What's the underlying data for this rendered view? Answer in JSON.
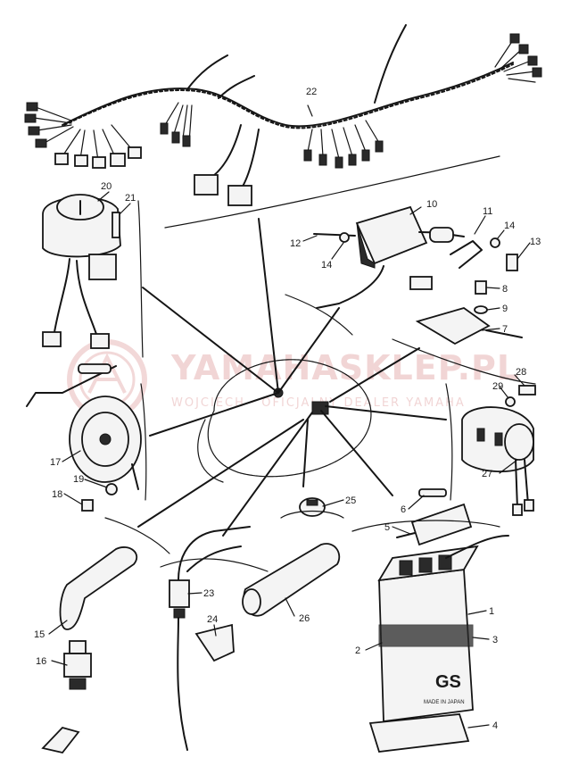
{
  "watermark": {
    "brand": "YAMAHASKLEP.PL",
    "sub": "WOJCIECH · OFICJALNY DEALER YAMAHA",
    "logo": "yamaha-tuning-fork-logo",
    "color": "#e6b3b3"
  },
  "battery_label": {
    "brand": "GS",
    "small": "MADE IN JAPAN"
  },
  "callouts": [
    {
      "id": "n22",
      "text": "22"
    },
    {
      "id": "n20",
      "text": "20"
    },
    {
      "id": "n21",
      "text": "21"
    },
    {
      "id": "n10",
      "text": "10"
    },
    {
      "id": "n11",
      "text": "11"
    },
    {
      "id": "n12",
      "text": "12"
    },
    {
      "id": "n13",
      "text": "13"
    },
    {
      "id": "n14a",
      "text": "14"
    },
    {
      "id": "n14b",
      "text": "14"
    },
    {
      "id": "n8",
      "text": "8"
    },
    {
      "id": "n9",
      "text": "9"
    },
    {
      "id": "n7",
      "text": "7"
    },
    {
      "id": "n28a",
      "text": "28"
    },
    {
      "id": "n29",
      "text": "29"
    },
    {
      "id": "n27",
      "text": "27"
    },
    {
      "id": "n17",
      "text": "17"
    },
    {
      "id": "n19",
      "text": "19"
    },
    {
      "id": "n18",
      "text": "18"
    },
    {
      "id": "n25",
      "text": "25"
    },
    {
      "id": "n6",
      "text": "6"
    },
    {
      "id": "n5",
      "text": "5"
    },
    {
      "id": "n23",
      "text": "23"
    },
    {
      "id": "n26",
      "text": "26"
    },
    {
      "id": "n1",
      "text": "1"
    },
    {
      "id": "n2",
      "text": "2"
    },
    {
      "id": "n3",
      "text": "3"
    },
    {
      "id": "n15",
      "text": "15"
    },
    {
      "id": "n16",
      "text": "16"
    },
    {
      "id": "n24",
      "text": "24"
    },
    {
      "id": "n4",
      "text": "4"
    }
  ]
}
